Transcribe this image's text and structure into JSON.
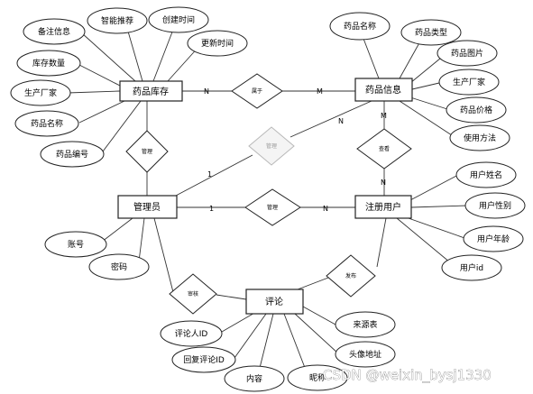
{
  "entities": {
    "drug_inventory": "药品库存",
    "drug_info": "药品信息",
    "admin": "管理员",
    "registered_user": "注册用户",
    "comment": "评论"
  },
  "relationships": {
    "belongs_to": "属于",
    "manage_inventory": "管理",
    "publish_drug": "管理",
    "manage_user": "管理",
    "view": "查看",
    "review": "审核",
    "post": "发布"
  },
  "attributes": {
    "inventory": [
      "备注信息",
      "智能推荐",
      "创建时间",
      "更新时间",
      "库存数量",
      "生产厂家",
      "药品名称",
      "药品编号"
    ],
    "drug_info": [
      "药品名称",
      "药品类型",
      "药品图片",
      "生产厂家",
      "药品价格",
      "使用方法"
    ],
    "admin": [
      "账号",
      "密码"
    ],
    "user": [
      "用户姓名",
      "用户性别",
      "用户年龄",
      "用户id"
    ],
    "comment": [
      "评论人ID",
      "回复评论ID",
      "内容",
      "昵称",
      "来源表",
      "头像地址"
    ]
  },
  "cardinalities": {
    "inv_belongs": "N",
    "info_belongs": "M",
    "admin_publish": "1",
    "info_publish": "N",
    "admin_user": "1",
    "user_admin": "N",
    "info_view": "M",
    "user_view": "N"
  },
  "watermark": "CSDN @weixin_bysj1330"
}
